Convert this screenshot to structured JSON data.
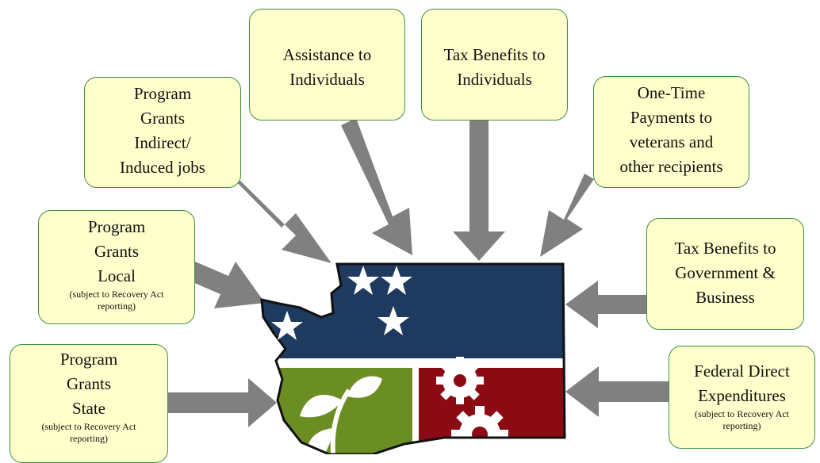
{
  "boxes": {
    "indirect": {
      "lines": [
        "Program",
        "Grants",
        "Indirect/",
        "Induced jobs"
      ]
    },
    "individuals_assist": {
      "lines": [
        "Assistance to",
        "Individuals"
      ]
    },
    "tax_individuals": {
      "lines": [
        "Tax Benefits to",
        "Individuals"
      ]
    },
    "one_time": {
      "lines": [
        "One-Time",
        "Payments to",
        "veterans and",
        "other recipients"
      ]
    },
    "local": {
      "lines": [
        "Program",
        "Grants",
        "Local"
      ],
      "sub": [
        "(subject to  Recovery Act",
        "reporting)"
      ]
    },
    "tax_gov": {
      "lines": [
        "Tax Benefits to",
        "Government &",
        "Business"
      ]
    },
    "state": {
      "lines": [
        "Program",
        "Grants",
        "State"
      ],
      "sub": [
        "(subject to  Recovery Act",
        "reporting)"
      ]
    },
    "federal": {
      "lines": [
        "Federal Direct",
        "Expenditures"
      ],
      "sub": [
        "(subject to Recovery Act",
        "reporting)"
      ]
    }
  },
  "colors": {
    "box_fill": "#ffffcc",
    "box_border": "#3f8f3f",
    "arrow": "#808080",
    "flag_blue": "#1f3a5f",
    "leaf_green": "#6b8e23",
    "gear_red": "#8b0a14"
  }
}
